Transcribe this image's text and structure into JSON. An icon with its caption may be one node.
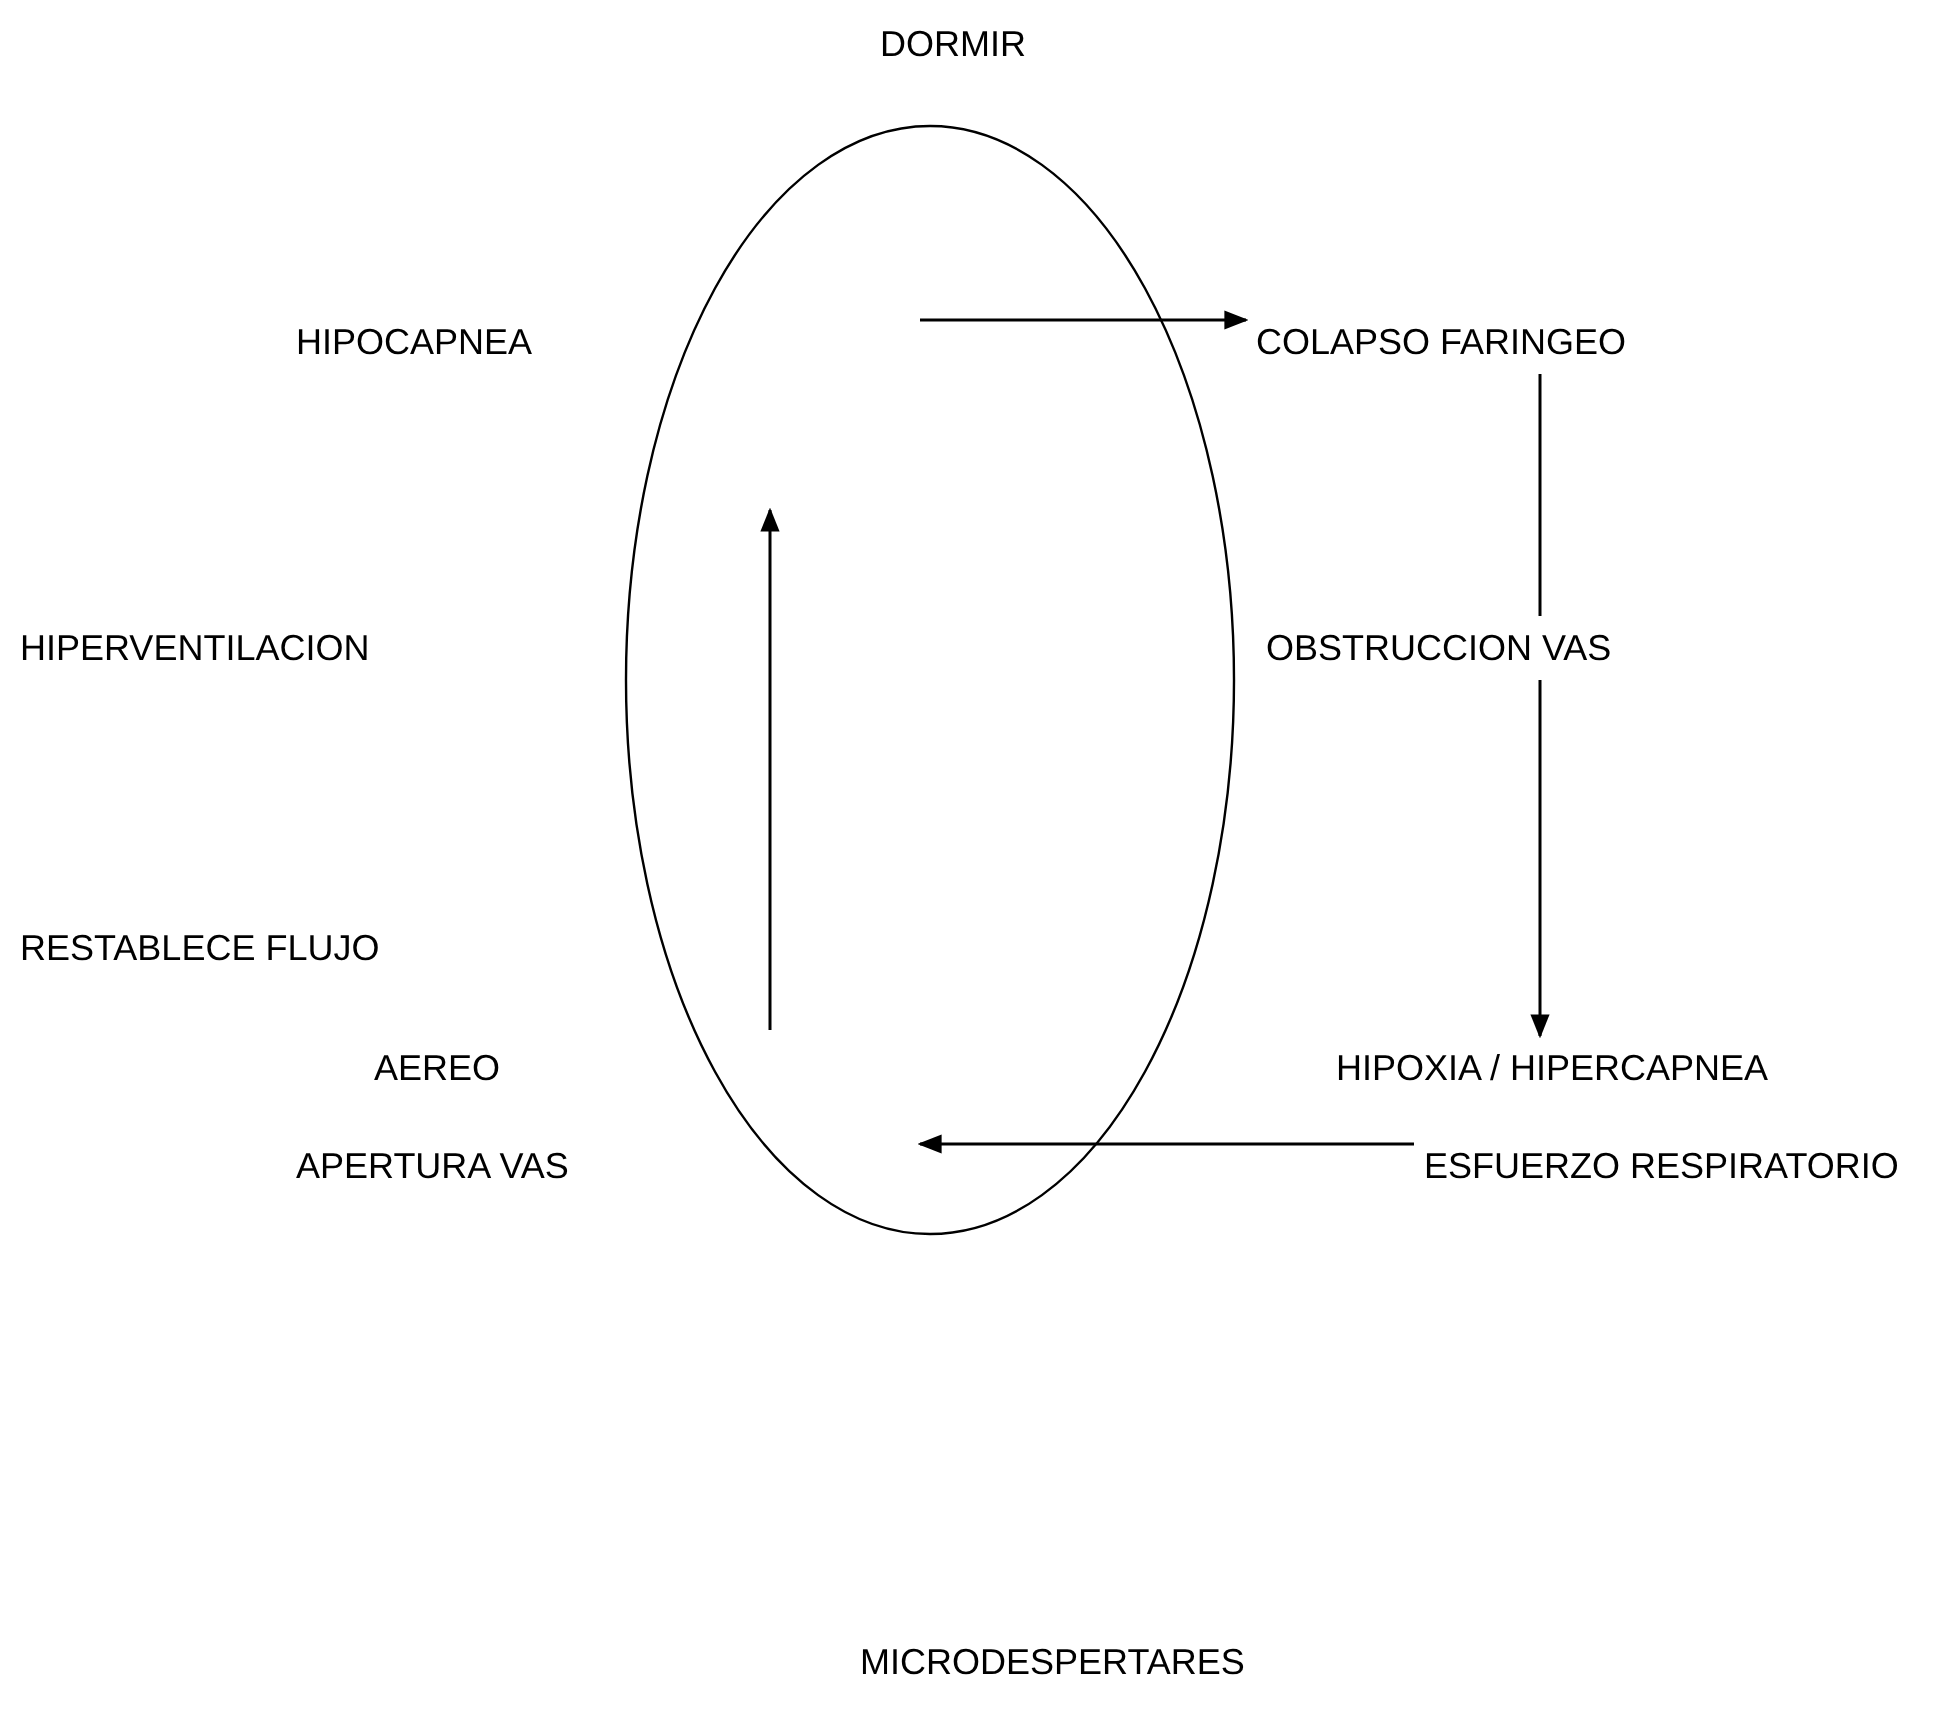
{
  "diagram": {
    "nodes": [
      {
        "text": [
          "DORMIR"
        ]
      },
      {
        "text": [
          "HIPOCAPNEA"
        ]
      },
      {
        "text": [
          "COLAPSO FARINGEO"
        ]
      },
      {
        "text": [
          "HIPERVENTILACION"
        ]
      },
      {
        "text": [
          "OBSTRUCCION VAS"
        ]
      },
      {
        "text": [
          "RESTABLECE FLUJO"
        ]
      },
      {
        "text": [
          "AEREO"
        ]
      },
      {
        "text": [
          "HIPOXIA / HIPERCAPNEA"
        ]
      },
      {
        "text": [
          "APERTURA VAS"
        ]
      },
      {
        "text": [
          "ESFUERZO RESPIRATORIO"
        ]
      },
      {
        "text": [
          "MICRODESPERTARES"
        ]
      }
    ],
    "edges": [
      {
        "from": null,
        "to": 2,
        "arrow": "to"
      },
      {
        "from": 2,
        "to": 4,
        "arrow": "none"
      },
      {
        "from": 4,
        "to": 7,
        "arrow": "to"
      },
      {
        "from": 9,
        "to": null,
        "arrow": "to"
      }
    ]
  }
}
